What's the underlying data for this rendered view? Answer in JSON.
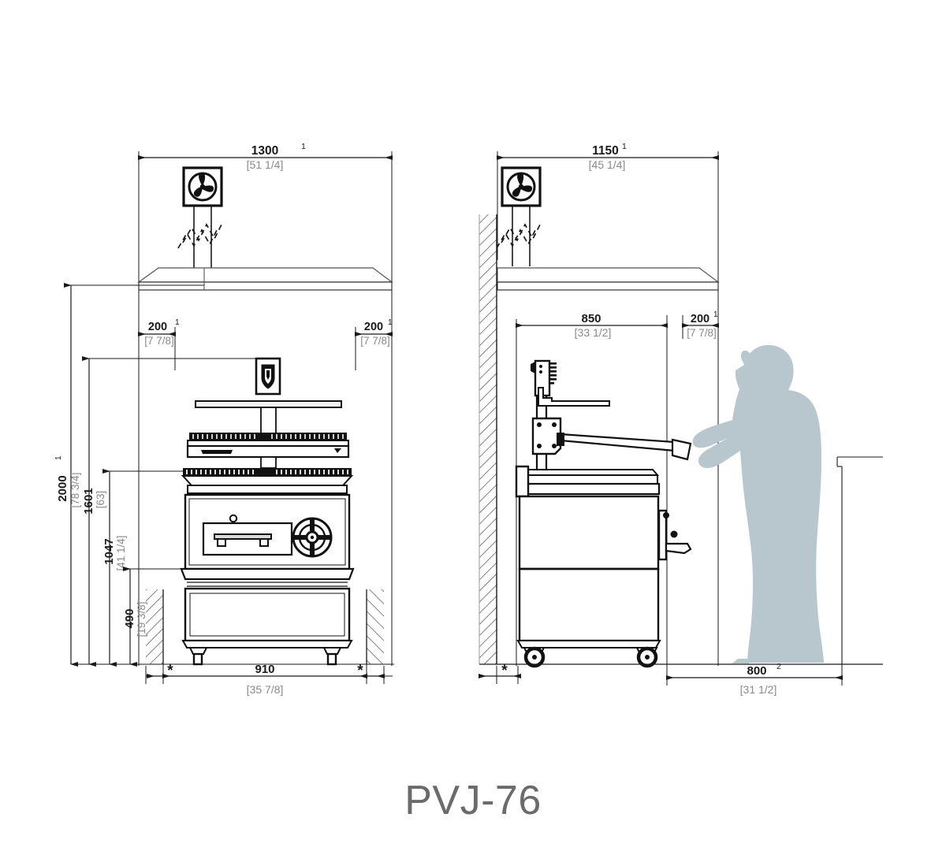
{
  "title": "PVJ-76",
  "drawing": {
    "type": "technical-elevation-drawing",
    "background_color": "#ffffff",
    "line_color": "#1a1a1a",
    "dimension_text_color": "#1a1a1a",
    "imperial_text_color": "#808080",
    "silhouette_color": "#b8c6ce",
    "views": [
      {
        "id": "front-view",
        "label": "front elevation"
      },
      {
        "id": "side-view",
        "label": "side elevation"
      }
    ]
  },
  "front_view": {
    "dimensions": {
      "hood_width": {
        "metric": "1300",
        "superscript": "1",
        "imperial": "[51 1/4]"
      },
      "clearance_left": {
        "metric": "200",
        "superscript": "1",
        "imperial": "[7 7/8]"
      },
      "clearance_right": {
        "metric": "200",
        "superscript": "1",
        "imperial": "[7 7/8]"
      },
      "overall_height": {
        "metric": "2000",
        "superscript": "1",
        "imperial": "[78 3/4]"
      },
      "height_1601": {
        "metric": "1601",
        "superscript": "",
        "imperial": "[63]"
      },
      "height_1047": {
        "metric": "1047",
        "superscript": "",
        "imperial": "[41 1/4]"
      },
      "height_490": {
        "metric": "490",
        "superscript": "",
        "imperial": "[19 3/8]"
      },
      "unit_width": {
        "metric": "910",
        "superscript": "",
        "imperial": "[35 7/8]"
      },
      "wall_gap_left": {
        "metric": "*",
        "superscript": "",
        "imperial": ""
      },
      "wall_gap_right": {
        "metric": "*",
        "superscript": "",
        "imperial": ""
      }
    },
    "icons": {
      "extraction_fan": "ventilation-fan-icon",
      "flexible_duct": "flexible-duct-symbol"
    }
  },
  "side_view": {
    "dimensions": {
      "hood_depth": {
        "metric": "1150",
        "superscript": "1",
        "imperial": "[45 1/4]"
      },
      "depth_850": {
        "metric": "850",
        "superscript": "",
        "imperial": "[33 1/2]"
      },
      "clearance_front": {
        "metric": "200",
        "superscript": "1",
        "imperial": "[7 7/8]"
      },
      "operator_clearance": {
        "metric": "800",
        "superscript": "2",
        "imperial": "[31 1/2]"
      },
      "wall_gap": {
        "metric": "*",
        "superscript": "",
        "imperial": ""
      }
    },
    "icons": {
      "extraction_fan": "ventilation-fan-icon",
      "flexible_duct": "flexible-duct-symbol",
      "operator_silhouette": "chef-silhouette"
    }
  }
}
